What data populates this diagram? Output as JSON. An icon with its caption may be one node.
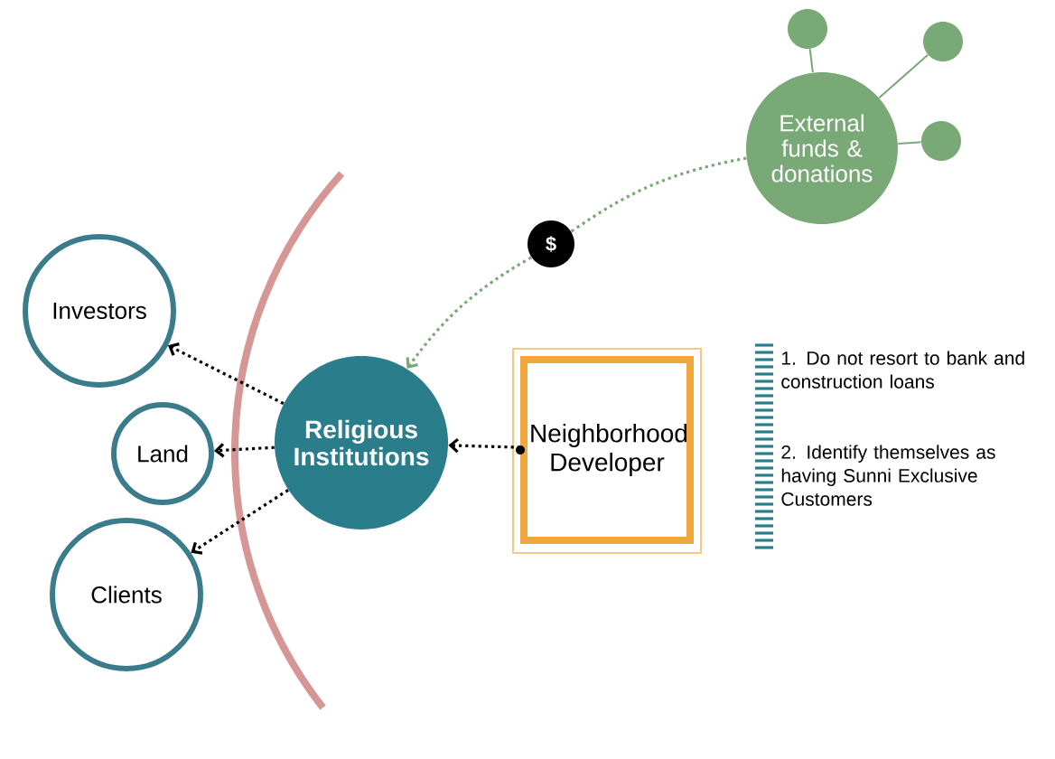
{
  "diagram": {
    "nodes": [
      {
        "text": [
          "External funds & donations"
        ]
      },
      {
        "text": [],
        "shape": "circle"
      },
      {
        "text": [],
        "shape": "circle"
      },
      {
        "text": [],
        "shape": "circle"
      },
      {
        "text": [
          "$"
        ]
      },
      {
        "text": [
          "Religious Institutions"
        ]
      },
      {
        "text": [
          "Investors"
        ]
      },
      {
        "text": [
          "Land"
        ]
      },
      {
        "text": [
          "Clients"
        ]
      },
      {
        "text": [
          "Neighborhood Developer"
        ]
      }
    ],
    "edges": [
      {
        "from": 0,
        "to": 1,
        "arrow": "none",
        "color": "#7aa978"
      },
      {
        "from": 0,
        "to": 2,
        "arrow": "none",
        "color": "#7aa978"
      },
      {
        "from": 0,
        "to": 3,
        "arrow": "none",
        "color": "#7aa978"
      },
      {
        "from": 0,
        "to": 4,
        "arrow": "none",
        "style": "dashed",
        "color": "#7aa978"
      },
      {
        "from": 4,
        "to": 5,
        "arrow": "to",
        "style": "dashed",
        "color": "#7aa978"
      },
      {
        "from": 5,
        "to": 6,
        "arrow": "to",
        "style": "dashed",
        "color": "#000000"
      },
      {
        "from": 5,
        "to": 7,
        "arrow": "to",
        "style": "dashed",
        "color": "#000000"
      },
      {
        "from": 5,
        "to": 8,
        "arrow": "to",
        "style": "dashed",
        "color": "#000000"
      },
      {
        "from": 9,
        "to": 5,
        "arrow": "to",
        "style": "dashed",
        "color": "#000000"
      }
    ],
    "labels": [
      "1. Do not resort to bank and construction loans",
      "2. Identify themselves as having Sunni Exclusive Customers"
    ]
  }
}
